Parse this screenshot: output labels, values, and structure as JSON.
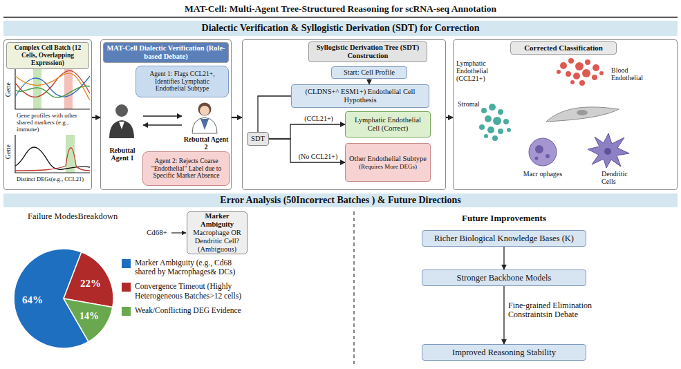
{
  "diagram": {
    "title": "MAT-Cell: Multi-Agent Tree-Structured Reasoning for scRNA-seq Annotation",
    "nodes": [
      {
        "text": [
          "Dialectic Verification & Syllogistic Derivation (SDT) for Correction"
        ]
      },
      {
        "text": [
          "Complex Cell Batch (12 Cells, Overlapping Expression)"
        ]
      },
      {
        "text": [
          "MAT-Cell Dialectic Verification (Role-based Debate)"
        ]
      },
      {
        "text": [
          "Agent 1: Flags CCL21+, Identifies Lymphatic Endothelial Subtype"
        ],
        "in": 2
      },
      {
        "text": [
          "Rebuttal Agent 1"
        ],
        "in": 2
      },
      {
        "text": [
          "Rebuttal Agent 2"
        ],
        "in": 2
      },
      {
        "text": [
          "Agent 2: Rejects Coarse \"Endothelial\" Label due to Specific Marker Absence"
        ],
        "in": 2
      },
      {
        "text": [
          "Syllogistic Derivation Tree (SDT) Construction"
        ]
      },
      {
        "text": [
          "Start: Cell Profile"
        ],
        "in": 7
      },
      {
        "text": [
          "(CLDNS+^ ESM1+) Endothelial Cell Hypothesis"
        ],
        "in": 7
      },
      {
        "text": [
          "SDT"
        ],
        "in": 7
      },
      {
        "text": [
          "Lymphatic Endothelial Cell (Correct)"
        ],
        "in": 7
      },
      {
        "text": [
          "Other Endothelial Subtype",
          "(Requires More DEGs)"
        ],
        "in": 7
      },
      {
        "text": [
          "Corrected Classification"
        ]
      },
      {
        "text": [
          "Error Analysis (50Incorrect Batches ) & Future Directions"
        ]
      },
      {
        "text": [
          "Marker Ambiguity",
          "Macrophage OR Dendritic Cell? (Ambiguous)"
        ]
      },
      {
        "text": [
          "Richer Biological Knowledge Bases (K)"
        ]
      },
      {
        "text": [
          "Stronger Backbone Models"
        ]
      },
      {
        "text": [
          "Improved Reasoning Stability"
        ]
      }
    ],
    "edges": [
      {
        "from": 1,
        "to": 2,
        "arrow": "to"
      },
      {
        "from": 2,
        "to": 7,
        "arrow": "to"
      },
      {
        "from": 7,
        "to": 13,
        "arrow": "to"
      },
      {
        "from": 4,
        "to": 5,
        "arrow": "to"
      },
      {
        "from": 5,
        "to": 4,
        "arrow": "to"
      },
      {
        "from": 8,
        "to": 9,
        "arrow": "to"
      },
      {
        "from": 9,
        "to": 10,
        "arrow": "none"
      },
      {
        "from": 10,
        "to": 11,
        "label": "(CCL21+)",
        "arrow": "to"
      },
      {
        "from": 10,
        "to": 12,
        "label": "(No CCL21+)",
        "arrow": "to"
      },
      {
        "from": 16,
        "to": 17,
        "arrow": "to"
      },
      {
        "from": 17,
        "to": 18,
        "label": "Fine-grained Elimination Constraintsin Debate",
        "arrow": "to"
      }
    ],
    "labels": [
      "Gene",
      "Gene profiles with other shared markers (e.g., immune)",
      "Gene",
      "Distinct DEGs(e.g., CCL21)",
      "Lymphatic Endothelial (CCL21+)",
      "Blood Endothelial",
      "Stromal",
      "Macr ophages",
      "Dendritic Cells",
      "Failure ModesBreakdown",
      "64%",
      "22%",
      "14%",
      "Cd68+",
      "Future Improvements"
    ],
    "legend": [
      {
        "text": "Marker Ambiguity (e.g., Cd68 shared by Macrophages& DCs)",
        "color": "#1f6fc0"
      },
      {
        "text": "Convergence Timeout (Highly Heterogeneous Batches>12 cells)",
        "color": "#b02a2a"
      },
      {
        "text": "Weak/Conflicting DEG Evidence",
        "color": "#6aa84f"
      }
    ]
  }
}
